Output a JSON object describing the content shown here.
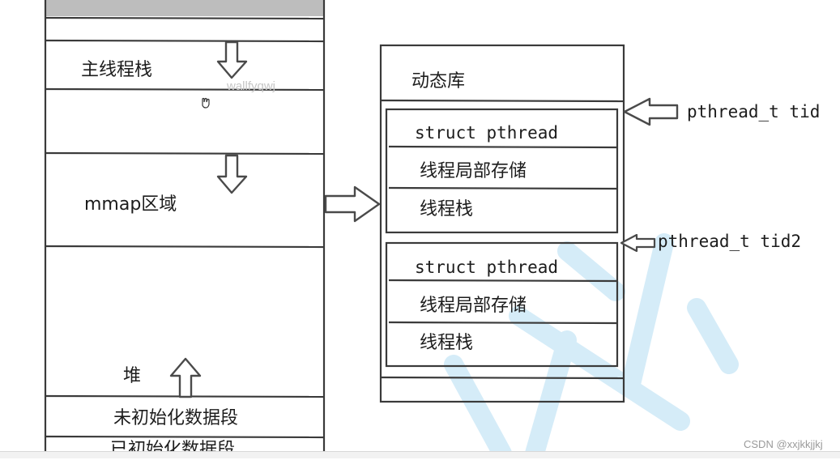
{
  "memory_layout": {
    "segments": {
      "main_stack": "主线程栈",
      "mmap": "mmap区域",
      "heap": "堆",
      "bss": "未初始化数据段",
      "data": "已初始化数据段"
    }
  },
  "mmap_detail": {
    "dynamic_library": "动态库",
    "threads": [
      {
        "struct_label": "struct pthread",
        "tls_label": "线程局部存储",
        "stack_label": "线程栈",
        "pointer_label": "pthread_t tid"
      },
      {
        "struct_label": "struct pthread",
        "tls_label": "线程局部存储",
        "stack_label": "线程栈",
        "pointer_label": "pthread_t tid2"
      }
    ]
  },
  "watermark": {
    "overlay_text": "wallfyqwj",
    "credit": "CSDN @xxjkkjjkj"
  }
}
